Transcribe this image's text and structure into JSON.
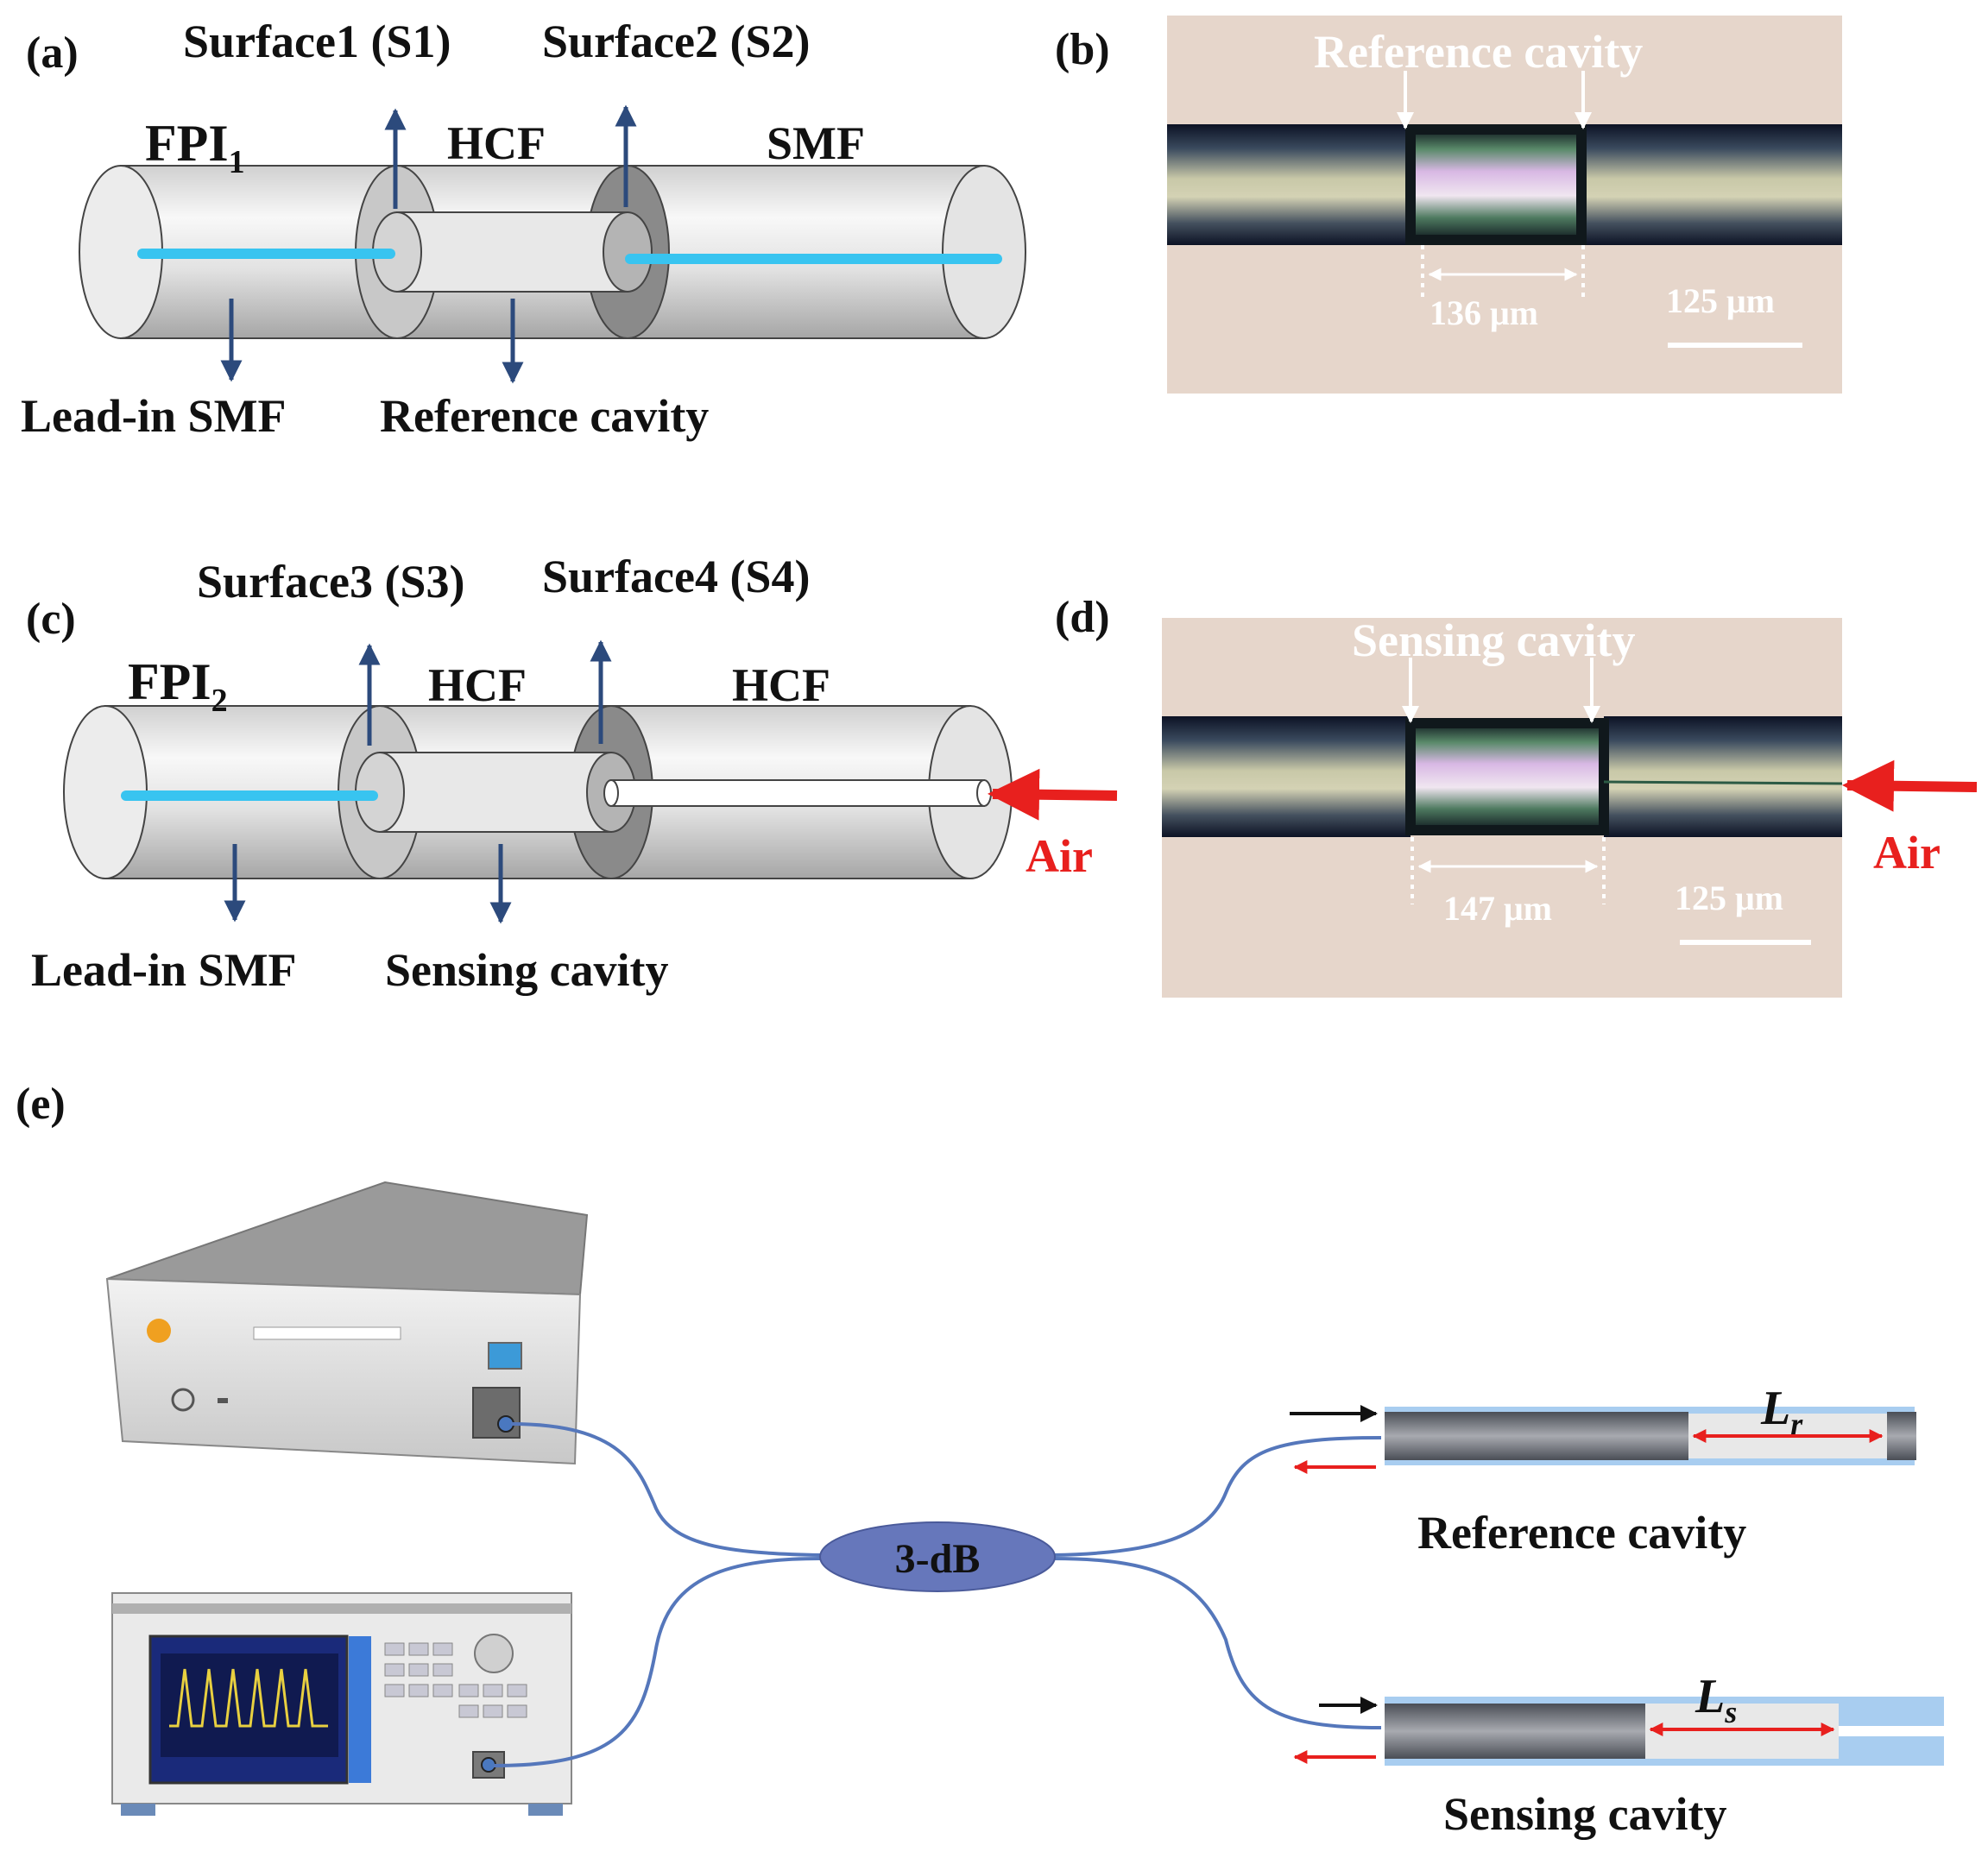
{
  "panels": {
    "a": "(a)",
    "b": "(b)",
    "c": "(c)",
    "d": "(d)",
    "e": "(e)"
  },
  "panel_a": {
    "fpi": "FPI",
    "fpi_sub": "1",
    "surface1": "Surface1 (S1)",
    "surface2": "Surface2 (S2)",
    "hcf": "HCF",
    "smf": "SMF",
    "lead_in": "Lead-in SMF",
    "reference_cavity": "Reference cavity"
  },
  "panel_b": {
    "title": "Reference cavity",
    "length": "136 μm",
    "scale": "125 μm"
  },
  "panel_c": {
    "fpi": "FPI",
    "fpi_sub": "2",
    "surface3": "Surface3 (S3)",
    "surface4": "Surface4 (S4)",
    "hcf1": "HCF",
    "hcf2": "HCF",
    "lead_in": "Lead-in SMF",
    "sensing_cavity": "Sensing cavity",
    "air": "Air"
  },
  "panel_d": {
    "title": "Sensing cavity",
    "length": "147 μm",
    "scale": "125 μm",
    "air": "Air"
  },
  "panel_e": {
    "coupler": "3-dB",
    "lr_main": "L",
    "lr_sub": "r",
    "ls_main": "L",
    "ls_sub": "s",
    "reference_cavity": "Reference cavity",
    "sensing_cavity": "Sensing cavity"
  },
  "colors": {
    "core": "#38c4f0",
    "arrow_blue": "#2c4a7c",
    "air_arrow": "#e8201e",
    "fiber_cable": "#5577bb",
    "coupler": "#6677bb",
    "micro_bg": "#e6d6cb"
  }
}
